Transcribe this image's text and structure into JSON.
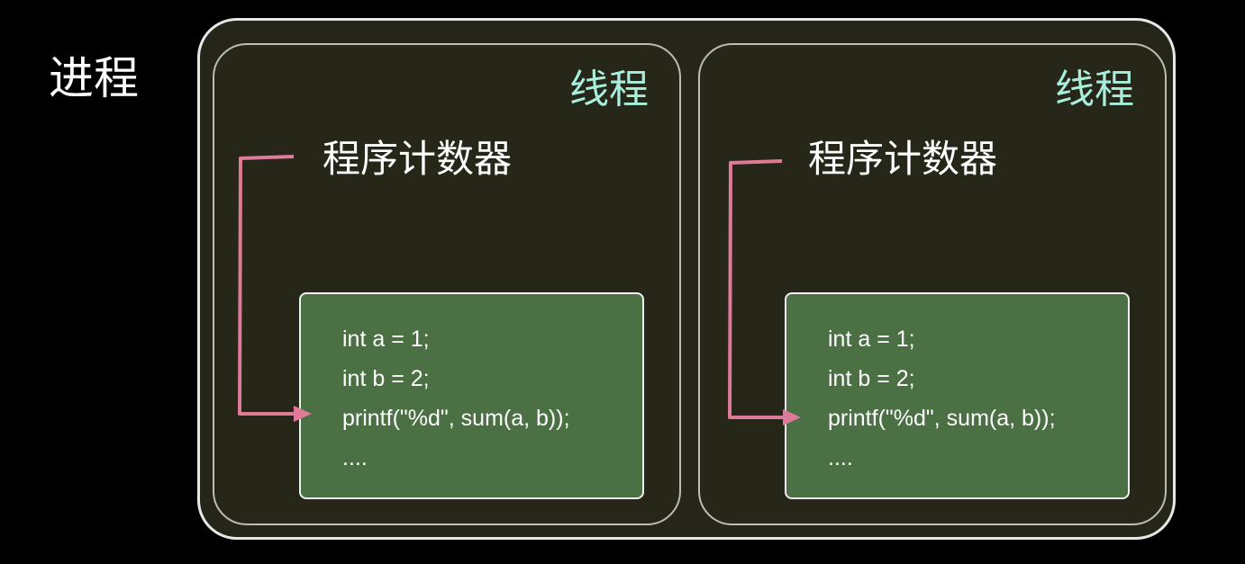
{
  "process": {
    "label": "进程"
  },
  "threads": [
    {
      "title": "线程",
      "program_counter_label": "程序计数器",
      "code_lines": [
        "int a = 1;",
        "int b = 2;",
        "printf(\"%d\", sum(a, b));",
        "...."
      ]
    },
    {
      "title": "线程",
      "program_counter_label": "程序计数器",
      "code_lines": [
        "int a = 1;",
        "int b = 2;",
        "printf(\"%d\", sum(a, b));",
        "...."
      ]
    }
  ],
  "colors": {
    "background": "#000000",
    "process_border": "#e8e8e8",
    "thread_title": "#a8eedc",
    "code_block": "#4a7044",
    "pointer_arrow": "#e07a9a"
  }
}
